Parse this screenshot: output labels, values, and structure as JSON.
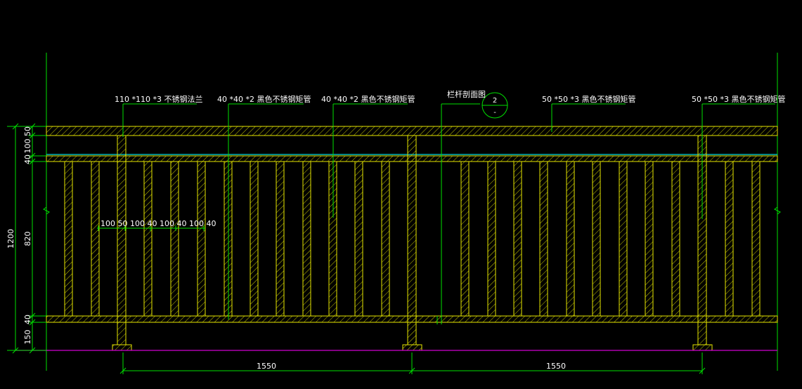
{
  "labels": {
    "flange": "110 *110 *3 不锈钢法兰",
    "tube_a": "40 *40 *2 黑色不锈钢矩管",
    "tube_b": "40 *40 *2 黑色不锈钢矩管",
    "section_ref": "栏杆剖面图",
    "tube_c": "50 *50 *3 黑色不锈钢矩管",
    "tube_d": "50 *50 *3 黑色不锈钢矩管"
  },
  "section_tag": {
    "number": "2",
    "sheet": "-"
  },
  "horizontal_dims": {
    "span_left": "1550",
    "span_right": "1550",
    "spacing_chain": "100 50 100 40 100 40 100   40"
  },
  "vertical_dims": {
    "total": "1200",
    "d50": "50",
    "d100": "100",
    "d40_top": "40",
    "d820": "820",
    "d40_bottom": "40",
    "d150": "150"
  },
  "colors": {
    "rail": "#e6e600",
    "hatch": "#c8c800",
    "leader": "#00e000",
    "dimension": "#00e000",
    "cyan_line": "#00d8d8",
    "ground": "#d000d0",
    "text": "#ffffff"
  }
}
